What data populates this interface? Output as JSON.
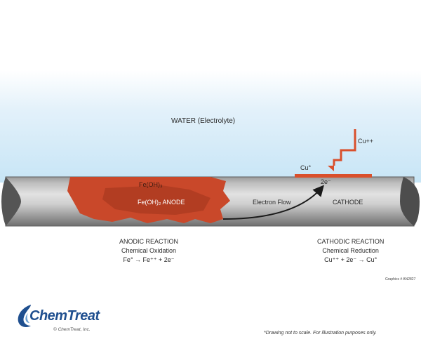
{
  "water_label": "WATER (Electrolyte)",
  "cu_ion_label": "Cu++",
  "cu_metal_label": "Cu°",
  "electron_label": "2e⁻",
  "feoh3_label": "Fe(OH)₃",
  "feoh2_anode_label": "Fe(OH)₂ ANODE",
  "electron_flow_label": "Electron Flow",
  "cathode_label": "CATHODE",
  "anodic": {
    "title": "ANODIC REACTION",
    "subtitle": "Chemical Oxidation",
    "equation": "Fe° → Fe⁺⁺ + 2e⁻"
  },
  "cathodic": {
    "title": "CATHODIC REACTION",
    "subtitle": "Chemical Reduction",
    "equation": "Cu⁺⁺ + 2e⁻ → Cu°"
  },
  "graphic_id": "Graphics # AN2827",
  "logo": {
    "wordmark": "ChemTreat",
    "copyright": "© ChemTreat, Inc."
  },
  "disclaimer": "*Drawing not to scale. For illustration purposes only.",
  "colors": {
    "rust": "#c9482a",
    "rust_dark": "#a93a20",
    "copper": "#d9502c",
    "pipe_light": "#d6d6d6",
    "pipe_dark": "#7b7b7b",
    "brand_blue": "#1f4f8f"
  }
}
